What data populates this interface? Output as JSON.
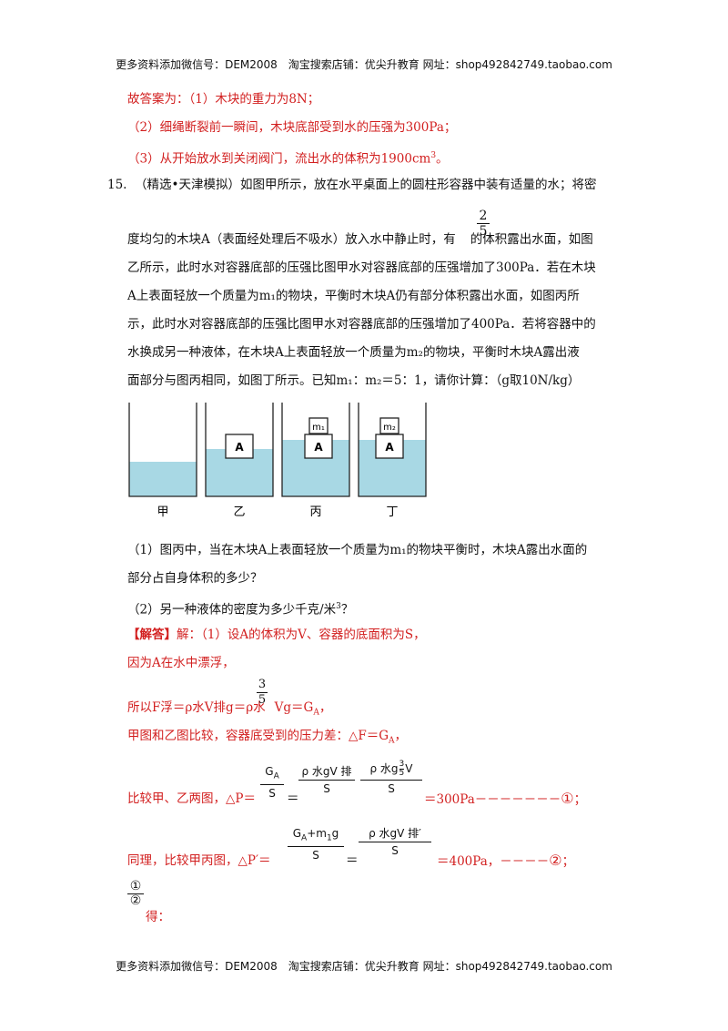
{
  "header_text": "更多资料添加微信号：DEM2008　淘宝搜索店铺：优尖升教育 网址：shop492842749.taobao.com",
  "footer_text": "更多资料添加微信号：DEM2008　淘宝搜索店铺：优尖升教育 网址：shop492842749.taobao.com",
  "answer_intro": {
    "l1": "故答案为：（1）木块的重力为8N；",
    "l2": "（2）细绳断裂前一瞬间，木块底部受到水的压强为300Pa；",
    "l3_pre": "（3）从开始放水到关闭阀门，流出水的体积为1900cm",
    "l3_sup": "3",
    "l3_post": "。"
  },
  "problem": {
    "number": "15.",
    "l1": "（精选•天津模拟）如图甲所示，放在水平桌面上的圆柱形容器中装有适量的水；将密",
    "l2_pre": "度均匀的木块A（表面经处理后不吸水）放入水中静止时，有",
    "frac_num": "2",
    "frac_den": "5",
    "l2_post": "的体积露出水面，如图",
    "l3": "乙所示，此时水对容器底部的压强比图甲水对容器底部的压强增加了300Pa．若在木块",
    "l4": "A上表面轻放一个质量为m₁的物块，平衡时木块A仍有部分体积露出水面，如图丙所",
    "l5": "示，此时水对容器底部的压强比图甲水对容器底部的压强增加了400Pa．若将容器中的",
    "l6": "水换成另一种液体，在木块A上表面轻放一个质量为m₂的物块，平衡时木块A露出液",
    "l7": "面部分与图丙相同，如图丁所示。已知m₁：m₂＝5：1，请你计算：（g取10N/kg）"
  },
  "figure": {
    "block_label": "A",
    "m1_label": "m₁",
    "m2_label": "m₂",
    "captions": [
      "甲",
      "乙",
      "丙",
      "丁"
    ],
    "water_color": "#a8d8e4"
  },
  "questions": {
    "q1_a": "（1）图丙中，当在木块A上表面轻放一个质量为m₁的物块平衡时，木块A露出水面的",
    "q1_b": "部分占自身体积的多少？",
    "q2_pre": "（2）另一种液体的密度为多少千克/米",
    "q2_sup": "3",
    "q2_post": "？"
  },
  "solution": {
    "tag": "【解答】",
    "s1": "解：（1）设A的体积为V、容器的底面积为S，",
    "s2": "因为A在水中漂浮，",
    "s3_pre": "所以F浮＝ρ水V排g＝ρ水",
    "s3_frac_num": "3",
    "s3_frac_den": "5",
    "s3_post": "Vg＝G",
    "s3_sub": "A",
    "s3_end": "，",
    "s4_pre": "甲图和乙图比较，容器底受到的压力差：△F＝G",
    "s4_sub": "A",
    "s4_end": "，",
    "s5_pre": "比较甲、乙两图，△P＝",
    "s5_eq1": "＝",
    "s5_res": "＝300Pa－－－－－－－",
    "s5_circ": "①",
    "s5_end": "；",
    "s5_f1n": "G",
    "s5_f1nsub": "A",
    "s5_f1d": "S",
    "s5_f2n": "ρ 水gV 排",
    "s5_f2d": "S",
    "s5_f3n": "ρ 水g",
    "s5_f3v": "V",
    "s5_f3d": "S",
    "s6_pre": "同理，比较甲丙图，△P′＝",
    "s6_eq1": "＝",
    "s6_res": "＝400Pa，－－－－",
    "s6_circ": "②",
    "s6_end": "；",
    "s6_f1n": "G",
    "s6_f1nsub": "A",
    "s6_f1plus": "+m",
    "s6_f1msub": "1",
    "s6_f1g": "g",
    "s6_f1d": "S",
    "s6_f2n": "ρ 水gV 排′",
    "s6_f2d": "S",
    "s7_num": "①",
    "s7_den": "②",
    "s7_post": "得："
  }
}
